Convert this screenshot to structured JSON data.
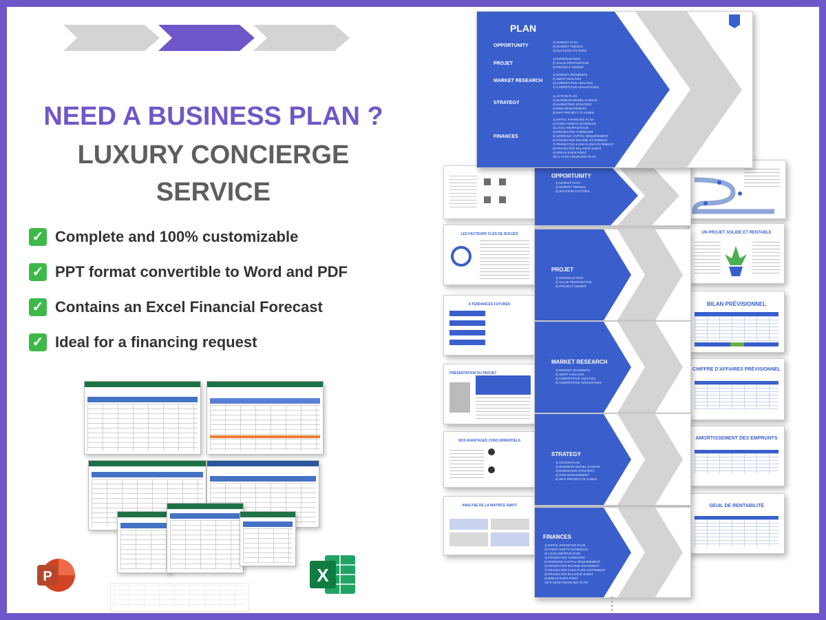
{
  "headline": {
    "line1": "NEED A BUSINESS PLAN ?",
    "line2": "LUXURY CONCIERGE",
    "line3": "SERVICE"
  },
  "features": [
    {
      "text": "Complete and 100% customizable"
    },
    {
      "text": "PPT format convertible to Word and PDF"
    },
    {
      "text": "Contains an Excel Financial Forecast"
    },
    {
      "text": "Ideal for a financing request"
    }
  ],
  "plan": {
    "title": "PLAN",
    "sections": [
      {
        "label": "OPPORTUNITY",
        "details": "1) MARKET DATA\n2) MARKET TRENDS\n3) SUCCESS FACTORS"
      },
      {
        "label": "PROJET",
        "details": "1) INTRODUCTION\n2) VALUE PROPOSITION\n3) PROJECT OWNER"
      },
      {
        "label": "MARKET RESEARCH",
        "details": "1) MARKET SEGMENTS\n2) SWOT ANALYSIS\n3) COMPETITIVE ANALYSIS\n4) COMPETITIVE ADVANTAGES"
      },
      {
        "label": "STRATEGY",
        "details": "1) ACTION PLAN\n2) BUSINESS MODEL CANVAS\n3) MARKETING STRATEGY\n4) RISK MANAGEMENT\n5) WHY PROJECT IS VIABLE"
      },
      {
        "label": "FINANCES",
        "details": "1) INITIAL FINANCING PLAN\n2) FIXED ASSETS SCHEDULE\n3) LOAN AMORTIZATION\n4) PROJECTED TURNOVER\n5) WORKING CAPITAL REQUIREMENT\n6) PROJECTED INCOME STATEMENT\n7) PROJECTED CASH FLOW STATEMENT\n8) PROJECTED BALANCE SHEET\n9) BREAK-EVEN POINT\n10) 5 YEAR FINANCING PLAN"
      }
    ]
  },
  "section_slides": [
    {
      "title": "OPPORTUNITY",
      "details": "1) MARKET DATA\n2) MARKET TRENDS\n3) SUCCESS FACTORS"
    },
    {
      "title": "PROJET",
      "details": "1) INTRODUCTION\n2) VALUE PROPOSITION\n3) PROJECT OWNER"
    },
    {
      "title": "MARKET RESEARCH",
      "details": "1) MARKET SEGMENTS\n2) SWOT ANALYSIS\n3) COMPETITIVE ANALYSIS\n4) COMPETITIVE ADVANTAGES"
    },
    {
      "title": "STRATEGY",
      "details": "1) ACTION PLAN\n2) BUSINESS MODEL CANVAS\n3) MARKETING STRATEGY\n4) RISK MANAGEMENT\n5) WHY PROJECT IS VIABLE"
    },
    {
      "title": "FINANCES",
      "details": "1) INITIAL FINANCING PLAN\n2) FIXED ASSETS SCHEDULE\n3) LOAN AMORTIZATION\n4) PROJECTED TURNOVER\n5) WORKING CAPITAL REQUIREMENT\n6) PROJECTED INCOME STATEMENT\n7) PROJECTED CASH FLOW STATEMENT\n8) PROJECTED BALANCE SHEET\n9) BREAK-EVEN POINT\n10) 5 YEAR FINANCING PLAN"
    }
  ],
  "right_slides": [
    {
      "title": ""
    },
    {
      "title": "UN PROJET SOLIDE ET RENTABLE"
    },
    {
      "title": "BILAN PRÉVISIONNEL"
    },
    {
      "title": "CHIFFRE D'AFFAIRES PRÉVISIONNEL"
    },
    {
      "title": "AMORTISSEMENT DES EMPRUNTS"
    },
    {
      "title": "SEUIL DE RENTABILITÉ"
    }
  ],
  "left_slides": [
    {
      "title": ""
    },
    {
      "title": "LES FACTEURS CLÉS DE SUCCÈS"
    },
    {
      "title": "6 TENDANCES FUTURES"
    },
    {
      "title": "PRÉSENTATION DU PROJET"
    },
    {
      "title": "NOS AVANTAGES CONCURRENTIELS"
    },
    {
      "title": "ANALYSE DE LA MATRICE SWOT"
    }
  ],
  "colors": {
    "frame": "#6f57c9",
    "chevron_active": "#6f57c9",
    "chevron_inactive": "#d4d4d4",
    "slide_blue": "#3a5fcd",
    "check_green": "#3db94a",
    "excel_green": "#1e7145",
    "ppt_red": "#d04423"
  },
  "icons": {
    "check": "check-mark-icon",
    "powerpoint": "powerpoint-icon",
    "excel": "excel-icon"
  }
}
